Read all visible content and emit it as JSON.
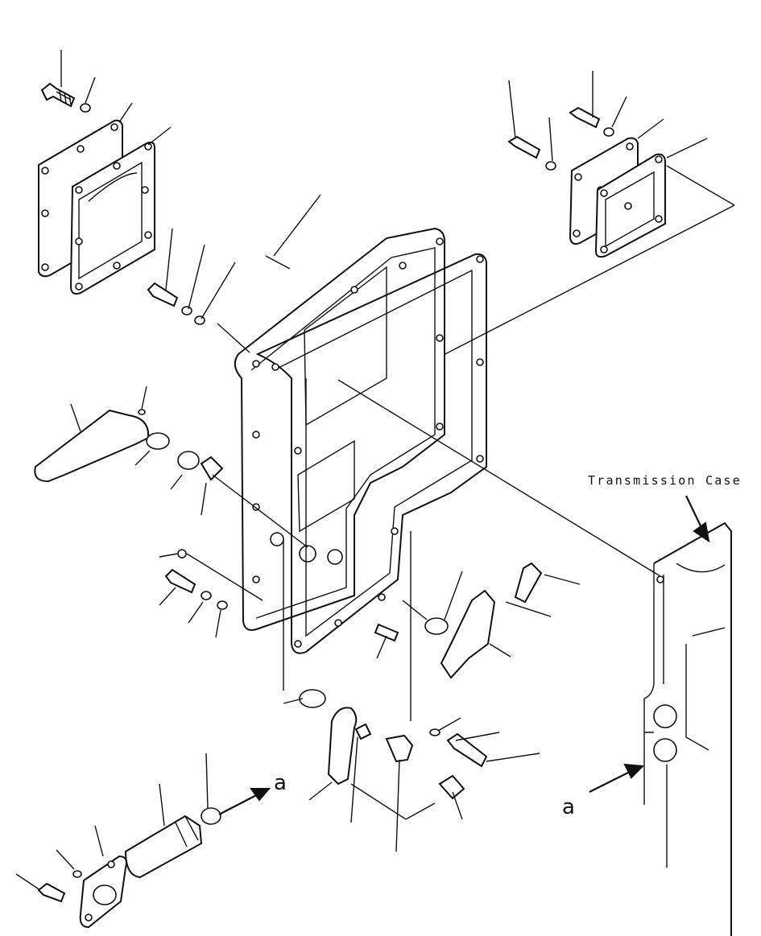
{
  "labels": {
    "transmission_case": "Transmission Case",
    "view_a_1": "a",
    "view_a_2": "a"
  }
}
